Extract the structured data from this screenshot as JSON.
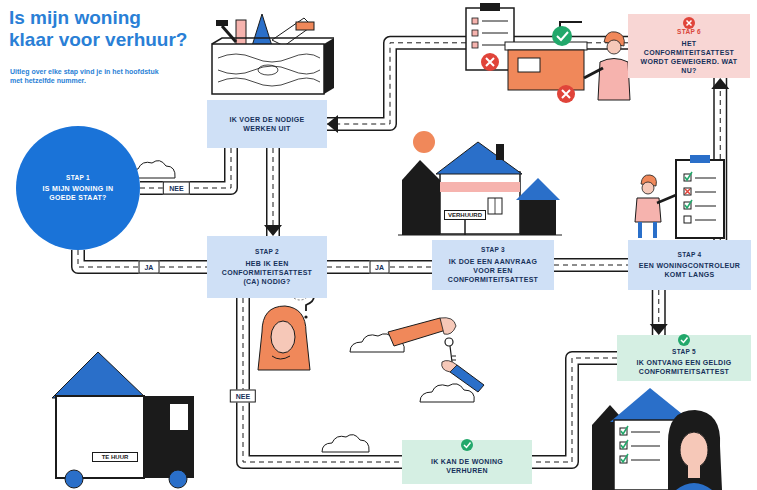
{
  "diagram": {
    "title": "Is mijn woning klaar voor verhuur?",
    "caption": "Uitleg over elke stap vind je in het hoofdstuk met hetzelfde nummer.",
    "nodes": [
      {
        "text": [
          "STAP 1",
          "IS MIJN WONING IN GOEDE STAAT?"
        ]
      },
      {
        "text": [
          "IK VOER DE NODIGE WERKEN UIT"
        ]
      },
      {
        "text": [
          "STAP 2",
          "HEB IK EEN CONFORMITEITSATTEST (CA) NODIG?"
        ]
      },
      {
        "text": [
          "STAP 3",
          "IK DOE EEN AANVRAAG VOOR EEN CONFORMITEITSATTEST"
        ]
      },
      {
        "text": [
          "STAP 4",
          "EEN WONINGCONTROLEUR KOMT LANGS"
        ]
      },
      {
        "text": [
          "STAP 5",
          "IK ONTVANG EEN GELDIG CONFORMITEITSATTEST"
        ]
      },
      {
        "text": [
          "STAP 6",
          "HET CONFORMITEITSATTEST WORDT GEWEIGERD. WAT NU?"
        ]
      },
      {
        "text": [
          "IK KAN DE WONING VERHUREN"
        ]
      }
    ],
    "edges": [
      {
        "from": 0,
        "to": 1,
        "label": "NEE",
        "arrow": "none"
      },
      {
        "from": 0,
        "to": 2,
        "label": "JA",
        "arrow": "none"
      },
      {
        "from": 1,
        "to": 2,
        "arrow": "to"
      },
      {
        "from": 2,
        "to": 3,
        "label": "JA",
        "arrow": "none"
      },
      {
        "from": 2,
        "to": 7,
        "label": "NEE",
        "arrow": "none"
      },
      {
        "from": 3,
        "to": 4,
        "arrow": "none"
      },
      {
        "from": 4,
        "to": 5,
        "arrow": "to"
      },
      {
        "from": 4,
        "to": 6,
        "arrow": "to"
      },
      {
        "from": 6,
        "to": 1,
        "arrow": "to"
      },
      {
        "from": 5,
        "to": 7,
        "arrow": "none"
      }
    ],
    "labels": [
      "TE HUUR",
      "VERHUURD"
    ]
  }
}
